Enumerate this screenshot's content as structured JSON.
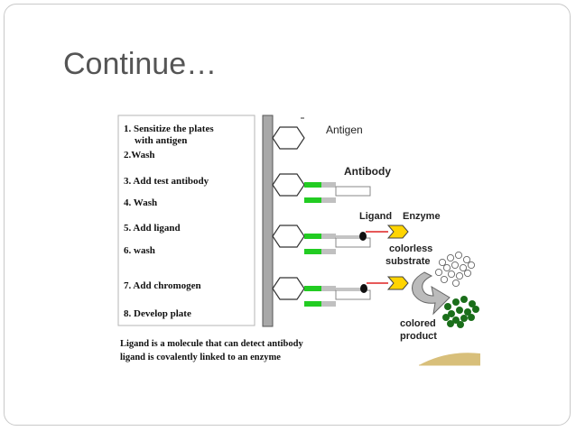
{
  "slide": {
    "title": "Continue…"
  },
  "steps": [
    {
      "label": "1. Sensitize the plates"
    },
    {
      "label": "with antigen"
    },
    {
      "label": "2.Wash"
    },
    {
      "label": "3. Add test antibody"
    },
    {
      "label": "4. Wash"
    },
    {
      "label": "5. Add ligand"
    },
    {
      "label": "6. wash"
    },
    {
      "label": "7. Add chromogen"
    },
    {
      "label": "8. Develop plate"
    }
  ],
  "notes": {
    "line1": "Ligand is a molecule that can detect antibody",
    "line2": "ligand is covalently linked to an enzyme"
  },
  "diagram_labels": {
    "antigen": "Antigen",
    "antibody": "Antibody",
    "ligand": "Ligand",
    "enzyme": "Enzyme",
    "colorless": "colorless",
    "substrate": "substrate",
    "colored": "colored",
    "product": "product"
  },
  "colors": {
    "antibody_green": "#22cc22",
    "antibody_grey": "#c0c0c0",
    "enzyme_yellow": "#ffd400",
    "ligand_line": "#dd2222",
    "product_green": "#1a6e1a",
    "plate_grey": "#a8a8a8",
    "arrow_grey": "#999999",
    "well_tan": "#d8bf7a"
  }
}
